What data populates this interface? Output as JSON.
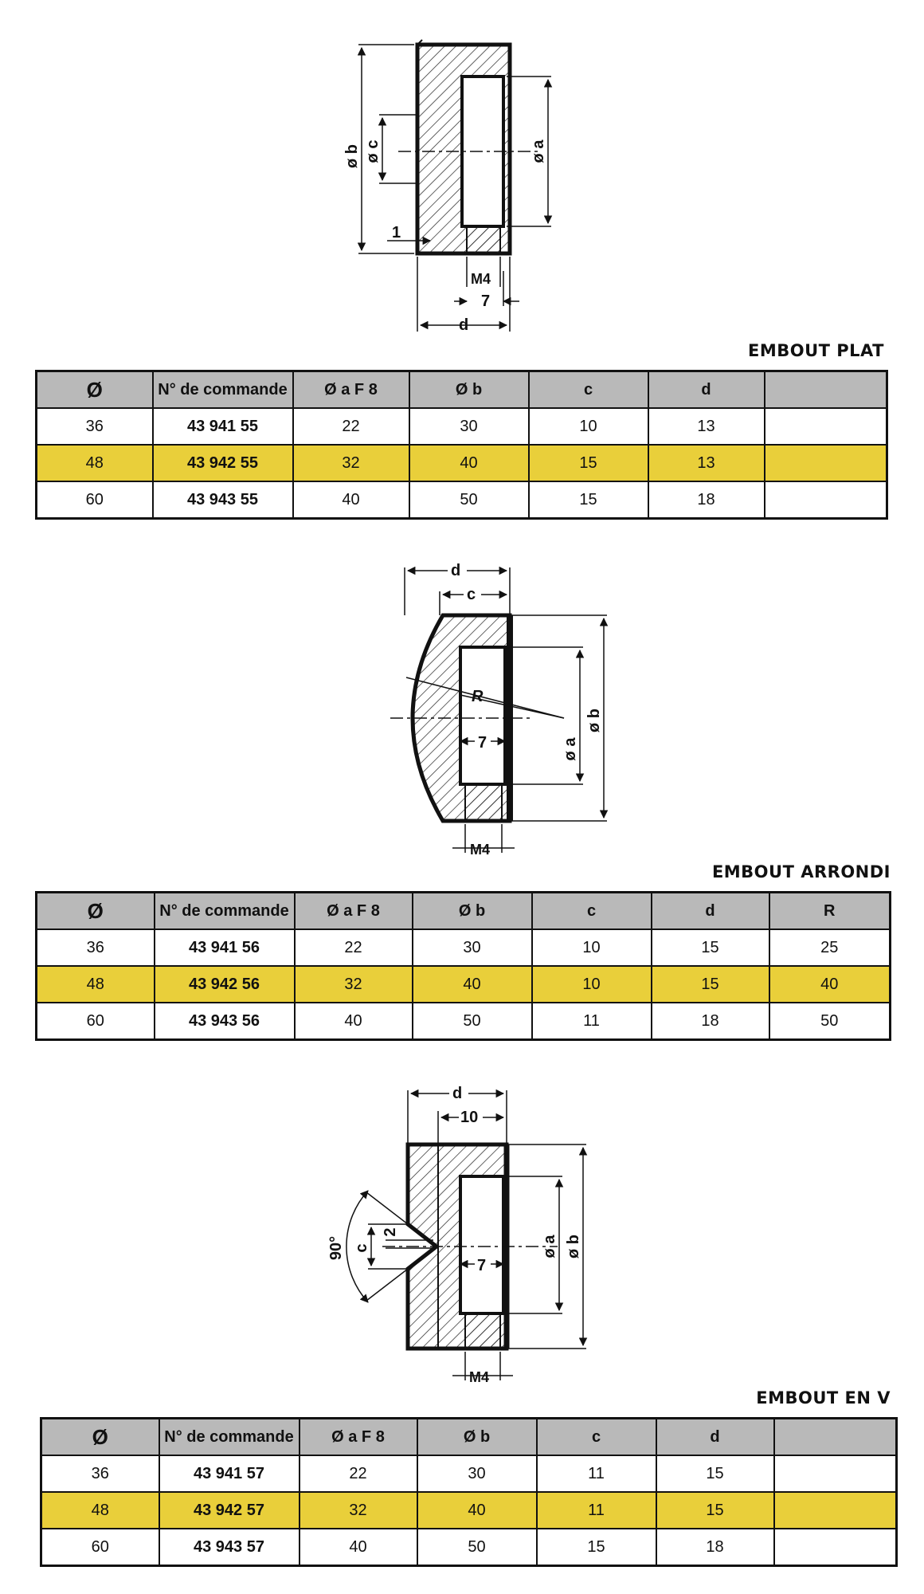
{
  "colors": {
    "highlight_row": "#e9cf3a",
    "header_bg": "#b9b9b9"
  },
  "sections": [
    {
      "title": "EMBOUT PLAT",
      "drawing": {
        "labels": [
          "ø b",
          "ø c",
          "ø a",
          "1",
          "M4",
          "7",
          "d"
        ]
      },
      "columns": [
        "Ø",
        "N° de commande",
        "Ø a F 8",
        "Ø b",
        "c",
        "d",
        ""
      ],
      "rows": [
        {
          "highlight": false,
          "cells": [
            "36",
            "43 941 55",
            "22",
            "30",
            "10",
            "13",
            ""
          ]
        },
        {
          "highlight": true,
          "cells": [
            "48",
            "43 942 55",
            "32",
            "40",
            "15",
            "13",
            ""
          ]
        },
        {
          "highlight": false,
          "cells": [
            "60",
            "43 943 55",
            "40",
            "50",
            "15",
            "18",
            ""
          ]
        }
      ]
    },
    {
      "title": "EMBOUT ARRONDI",
      "drawing": {
        "labels": [
          "d",
          "c",
          "R",
          "7",
          "ø a",
          "ø b",
          "M4"
        ]
      },
      "columns": [
        "Ø",
        "N° de commande",
        "Ø a F 8",
        "Ø b",
        "c",
        "d",
        "R"
      ],
      "rows": [
        {
          "highlight": false,
          "cells": [
            "36",
            "43 941 56",
            "22",
            "30",
            "10",
            "15",
            "25"
          ]
        },
        {
          "highlight": true,
          "cells": [
            "48",
            "43 942 56",
            "32",
            "40",
            "10",
            "15",
            "40"
          ]
        },
        {
          "highlight": false,
          "cells": [
            "60",
            "43 943 56",
            "40",
            "50",
            "11",
            "18",
            "50"
          ]
        }
      ]
    },
    {
      "title": "EMBOUT EN V",
      "drawing": {
        "labels": [
          "d",
          "10",
          "90°",
          "c",
          "2",
          "7",
          "ø a",
          "ø b",
          "M4"
        ]
      },
      "columns": [
        "Ø",
        "N° de commande",
        "Ø a F 8",
        "Ø b",
        "c",
        "d",
        ""
      ],
      "rows": [
        {
          "highlight": false,
          "cells": [
            "36",
            "43 941 57",
            "22",
            "30",
            "11",
            "15",
            ""
          ]
        },
        {
          "highlight": true,
          "cells": [
            "48",
            "43 942 57",
            "32",
            "40",
            "11",
            "15",
            ""
          ]
        },
        {
          "highlight": false,
          "cells": [
            "60",
            "43 943 57",
            "40",
            "50",
            "15",
            "18",
            ""
          ]
        }
      ]
    }
  ]
}
